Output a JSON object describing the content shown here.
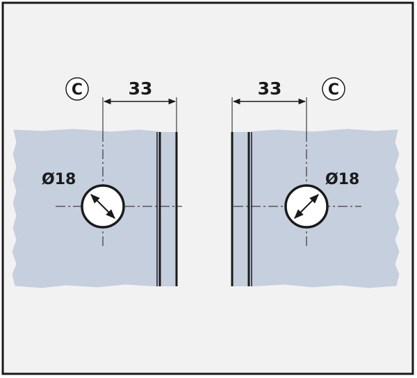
{
  "colors": {
    "frame_bg": "#f2f2f2",
    "frame_border": "#1a1a1a",
    "glass_fill": "#c5cfde",
    "line": "#1a1a1a",
    "label_circle_bg": "#ffffff"
  },
  "left_panel": {
    "dimension": "33",
    "diameter": "Ø18",
    "label": "C"
  },
  "right_panel": {
    "dimension": "33",
    "diameter": "Ø18",
    "label": "C"
  }
}
